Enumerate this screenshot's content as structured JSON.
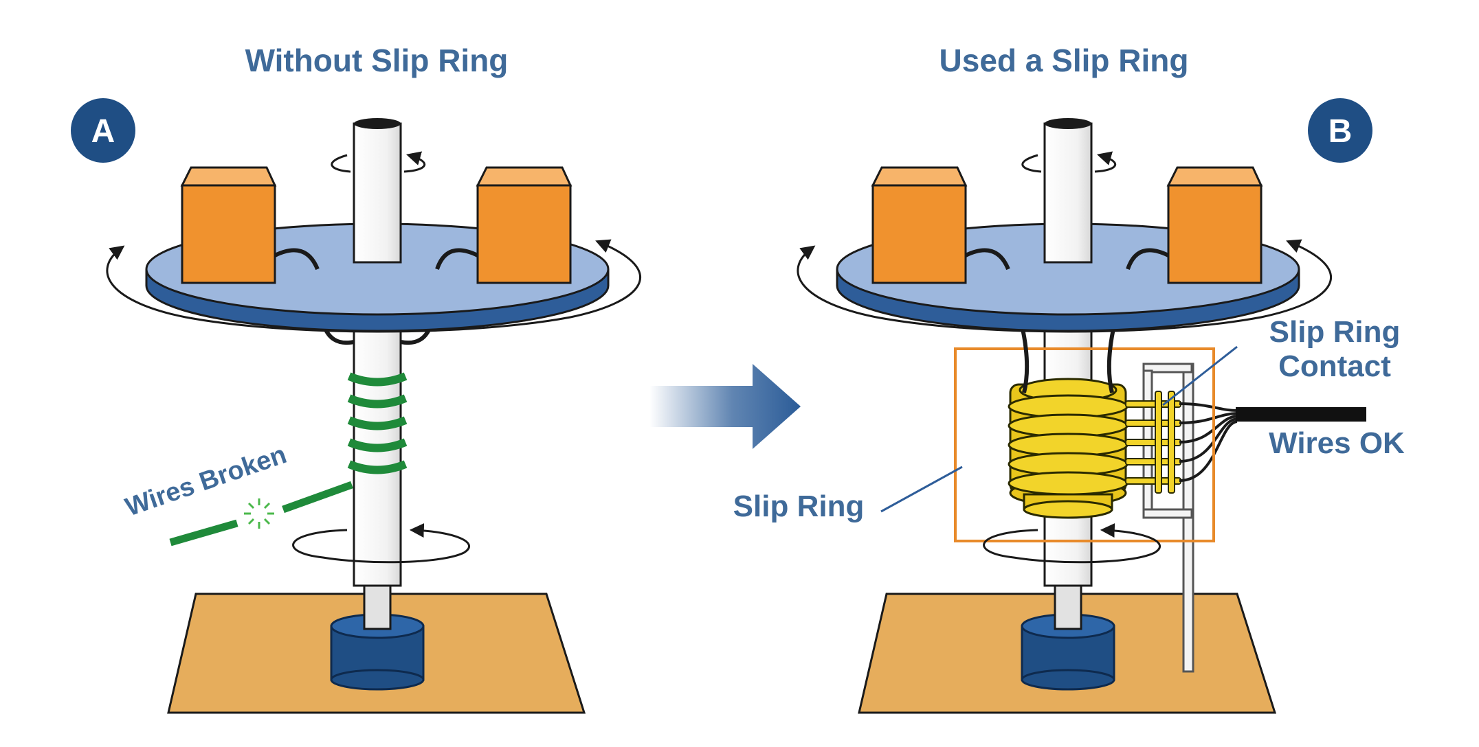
{
  "panels": {
    "left": {
      "title": "Without Slip Ring",
      "badge": "A",
      "wires_label": "Wires Broken"
    },
    "right": {
      "title": "Used a Slip Ring",
      "badge": "B",
      "slip_ring_label": "Slip Ring",
      "contact_label_line1": "Slip Ring",
      "contact_label_line2": "Contact",
      "wires_label": "Wires OK"
    }
  },
  "colors": {
    "label_blue": "#3f6a99",
    "badge_navy": "#1f4e84",
    "platter_top": "#9db7dd",
    "platter_rim": "#2e5d99",
    "box_orange": "#f0922e",
    "base_tan": "#e6ad5c",
    "motor_navy": "#1f4e84",
    "wire_green": "#1f8a3a",
    "ring_gold": "#f2d42a",
    "frame_orange": "#e88a2a",
    "arrow_blue": "#2b5c98"
  }
}
